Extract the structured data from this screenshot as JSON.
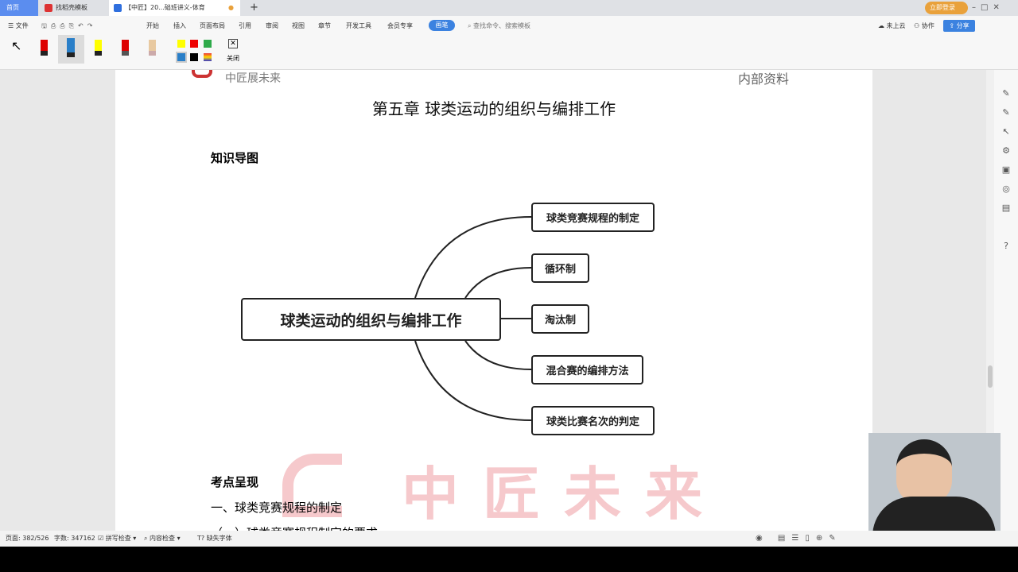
{
  "tabs": [
    {
      "label": "首页"
    },
    {
      "label": "找稻壳模板"
    },
    {
      "label": "【中匠】20...础班讲义-体育"
    }
  ],
  "titlebar": {
    "login": "立即登录"
  },
  "menu": {
    "file": "文件",
    "items": [
      "开始",
      "插入",
      "页面布局",
      "引用",
      "审阅",
      "视图",
      "章节",
      "开发工具",
      "会员专享"
    ],
    "active": "画笔",
    "search_placeholder": "查找命令、搜索模板",
    "cloud": "未上云",
    "collab": "协作",
    "share": "分享"
  },
  "pen_toolbar": {
    "close": "关闭",
    "colors": [
      "#ffff00",
      "#e00000",
      "#2eaa4a",
      "#2a7fc8",
      "#000000"
    ]
  },
  "page": {
    "logo_text": "中匠展未来",
    "internal": "内部资料",
    "chapter_title": "第五章  球类运动的组织与编排工作",
    "section_heading": "知识导图",
    "mindmap": {
      "center": "球类运动的组织与编排工作",
      "branches": [
        "球类竞赛规程的制定",
        "循环制",
        "淘汰制",
        "混合赛的编排方法",
        "球类比赛名次的判定"
      ]
    },
    "heading2": "考点呈现",
    "item1": "一、球类竞赛规程的制定",
    "item2": "（一）球类竞赛规程制定的要求",
    "watermark": "中匠未来"
  },
  "status": {
    "page": "页面: 382/526",
    "words": "字数: 347162",
    "spell": "拼写检查",
    "content": "内容检查",
    "font": "缺失字体"
  }
}
